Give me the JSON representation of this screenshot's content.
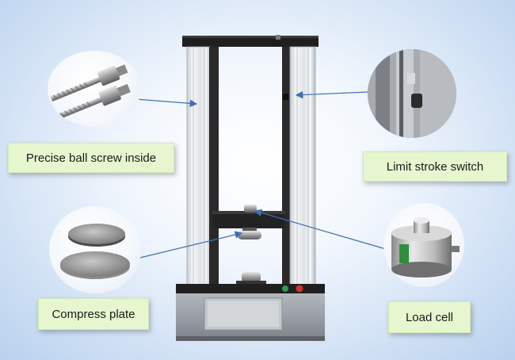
{
  "callouts": {
    "ball_screw": "Precise ball screw inside",
    "limit_switch": "Limit stroke switch",
    "compress_plate": "Compress plate",
    "load_cell": "Load cell"
  },
  "colors": {
    "callout_bg": "#e6f6cf",
    "arrow": "#3f6fb0",
    "frame_top": "#1f1f1f",
    "base": "#8d9398"
  }
}
